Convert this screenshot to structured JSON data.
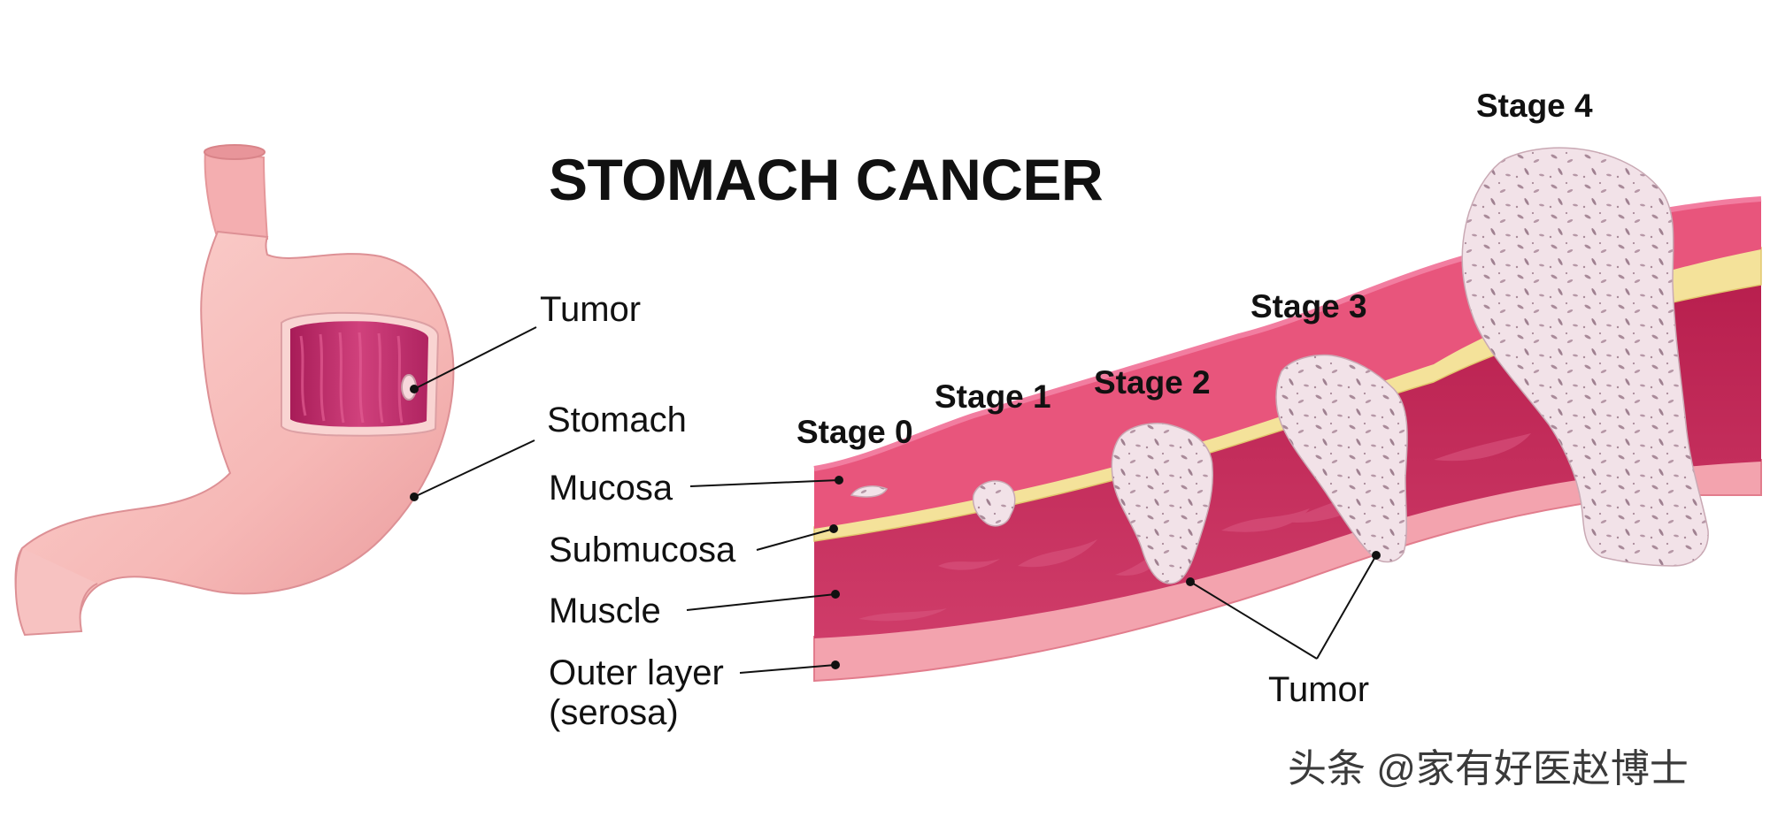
{
  "title": "STOMACH CANCER",
  "stomach_labels": {
    "tumor": "Tumor",
    "stomach": "Stomach"
  },
  "layer_labels": {
    "mucosa": "Mucosa",
    "submucosa": "Submucosa",
    "muscle": "Muscle",
    "outer_layer_line1": "Outer layer",
    "outer_layer_line2": "(serosa)"
  },
  "stages": {
    "stage0": "Stage 0",
    "stage1": "Stage 1",
    "stage2": "Stage 2",
    "stage3": "Stage 3",
    "stage4": "Stage 4"
  },
  "bottom_tumor_label": "Tumor",
  "watermark": "头条 @家有好医赵博士",
  "colors": {
    "stomach_fill": "#f6b8b6",
    "stomach_shadow": "#e99a9a",
    "cutaway_inner": "#c2286a",
    "mucosa": "#e8557c",
    "submucosa": "#f4e29a",
    "muscle": "#c42a59",
    "serosa": "#f3a3ae",
    "tumor_fill": "#f2dfe6",
    "tumor_spots": "#a98a99"
  }
}
